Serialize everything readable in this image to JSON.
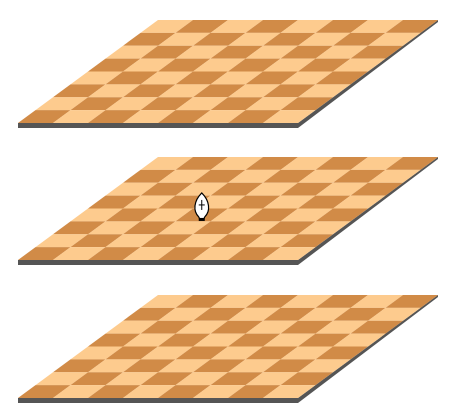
{
  "game": {
    "type": "3d-chess",
    "boards": [
      {
        "level": 1,
        "pieces": []
      },
      {
        "level": 2,
        "pieces": [
          {
            "kind": "bishop",
            "color": "white",
            "file": 3,
            "rank": 4
          }
        ]
      },
      {
        "level": 3,
        "pieces": []
      }
    ],
    "board_size": 8
  },
  "colors": {
    "light_square": "#FDCB8E",
    "dark_square": "#D18B47",
    "board_edge": "#555555",
    "piece_fill": "#ffffff",
    "piece_stroke": "#000000"
  }
}
